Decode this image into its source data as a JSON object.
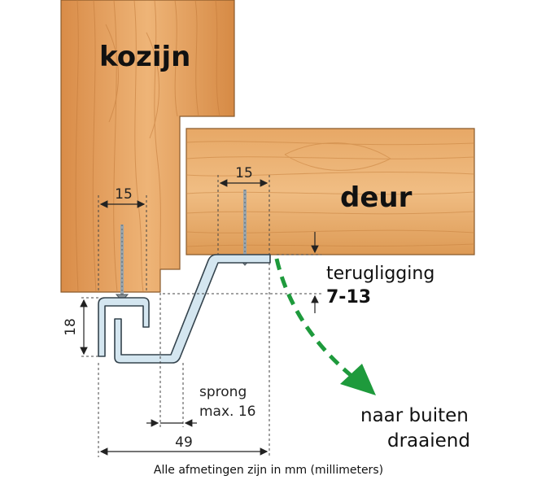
{
  "labels": {
    "frame": "kozijn",
    "door": "deur",
    "setback_label": "terugligging",
    "setback_value": "7-13",
    "jump_label": "sprong",
    "jump_value": "max. 16",
    "direction_line1": "naar buiten",
    "direction_line2": "draaiend",
    "note": "Alle afmetingen zijn in mm (millimeters)"
  },
  "dimensions": {
    "frame_screw": "15",
    "door_screw": "15",
    "height": "18",
    "total_width": "49"
  },
  "colors": {
    "wood": "#e8a867",
    "wood_dark": "#c9803f",
    "profile": "#cfe3ee",
    "profile_stroke": "#3a4a55",
    "arrow": "#1e9a3c"
  }
}
